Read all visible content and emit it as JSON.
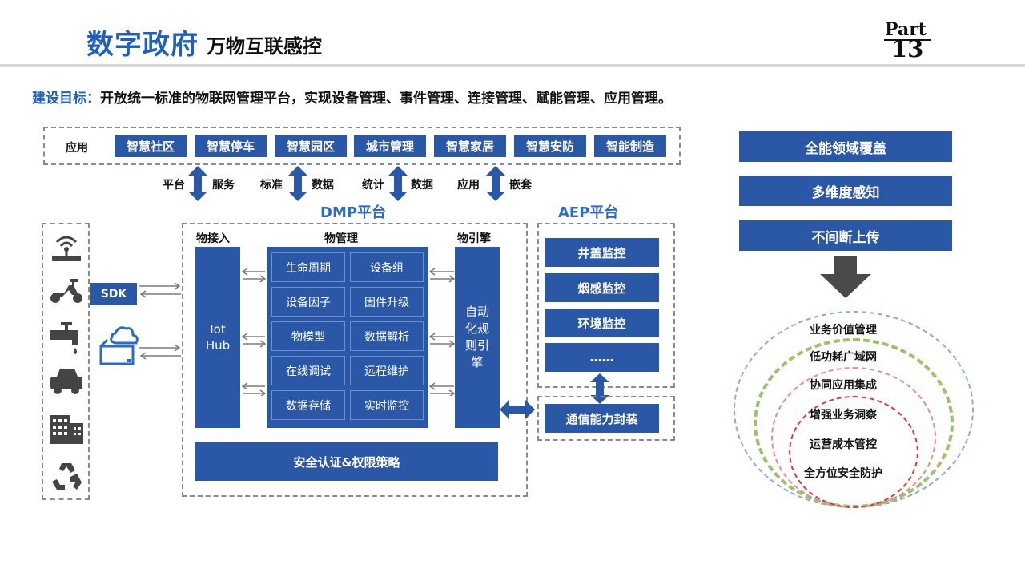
{
  "header": {
    "title_main": "数字政府",
    "title_sub": "万物互联感控",
    "part_word": "Part",
    "part_number": "13"
  },
  "goal": {
    "label": "建设目标：",
    "text": "开放统一标准的物联网管理平台，实现设备管理、事件管理、连接管理、赋能管理、应用管理。"
  },
  "apps": {
    "label": "应用",
    "items": [
      "智慧社区",
      "智慧停车",
      "智慧园区",
      "城市管理",
      "智慧家居",
      "智慧安防",
      "智能制造"
    ]
  },
  "links": [
    {
      "left": "平台",
      "right": "服务"
    },
    {
      "left": "标准",
      "right": "数据"
    },
    {
      "left": "统计",
      "right": "数据"
    },
    {
      "left": "应用",
      "right": "嵌套"
    }
  ],
  "devices": {
    "icons": [
      "router-icon",
      "scooter-icon",
      "water-tap-icon",
      "truck-icon",
      "building-icon",
      "recycle-icon"
    ],
    "sdk_label": "SDK"
  },
  "dmp": {
    "title": "DMP平台",
    "access_label": "物接入",
    "iot_hub": "Iot\nHub",
    "manage_label": "物管理",
    "manage_items": [
      "生命周期",
      "设备组",
      "设备因子",
      "固件升级",
      "物模型",
      "数据解析",
      "在线调试",
      "远程维护",
      "数据存储",
      "实时监控"
    ],
    "engine_label": "物引擎",
    "engine_text": "自动\n化规\n则引\n擎",
    "security": "安全认证&权限策略"
  },
  "aep": {
    "title": "AEP平台",
    "items": [
      "井盖监控",
      "烟感监控",
      "环境监控",
      "……"
    ],
    "comm": "通信能力封装"
  },
  "features": [
    "全能领域覆盖",
    "多维度感知",
    "不间断上传"
  ],
  "circles": [
    "业务价值管理",
    "低功耗广域网",
    "协同应用集成",
    "增强业务洞察",
    "运营成本管控",
    "全方位安全防护"
  ],
  "colors": {
    "primary": "#2b58a6",
    "title_blue": "#1f5fbf",
    "platform_blue": "#2b6cc8",
    "circle_blue": "#8fa9d8",
    "circle_green": "#9cc26b",
    "circle_pink": "#f08a8a",
    "circle_red": "#d63a3a"
  }
}
